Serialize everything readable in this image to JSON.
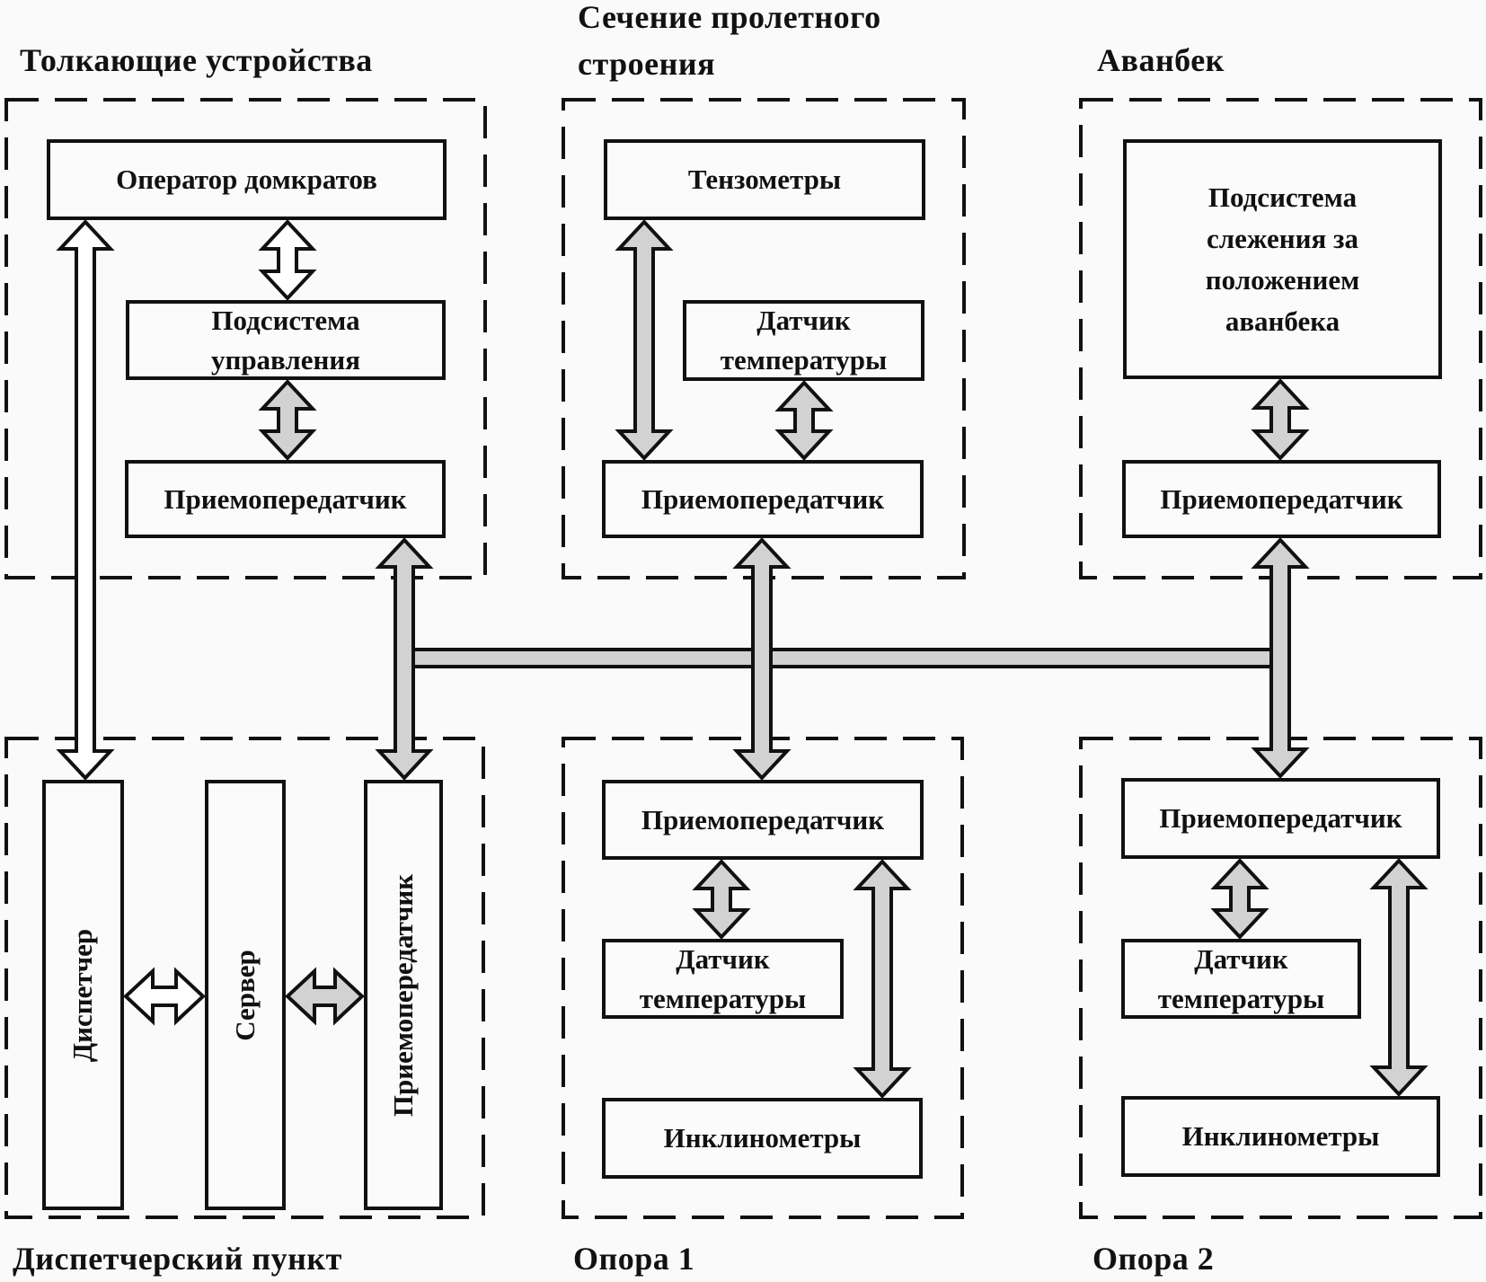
{
  "groups": {
    "pushing_devices": {
      "title": "Толкающие устройства",
      "boxes": {
        "operator": "Оператор домкратов",
        "control_subsystem": "Подсистема управления",
        "transceiver": "Приемопередатчик"
      }
    },
    "span_section": {
      "title_line1": "Сечение пролетного",
      "title_line2": "строения",
      "boxes": {
        "tensometers": "Тензометры",
        "temp_sensor": "Датчик температуры",
        "transceiver": "Приемопередатчик"
      }
    },
    "launching_nose": {
      "title": "Аванбек",
      "boxes": {
        "tracking_subsystem": "Подсистема слежения за положением аванбека",
        "transceiver": "Приемопередатчик"
      }
    },
    "dispatch_point": {
      "title": "Диспетчерский пункт",
      "boxes": {
        "dispatcher": "Диспетчер",
        "server": "Сервер",
        "transceiver": "Приемопередатчик"
      }
    },
    "support_1": {
      "title": "Опора 1",
      "boxes": {
        "transceiver": "Приемопередатчик",
        "temp_sensor": "Датчик температуры",
        "inclinometers": "Инклинометры"
      }
    },
    "support_2": {
      "title": "Опора 2",
      "boxes": {
        "transceiver": "Приемопередатчик",
        "temp_sensor": "Датчик температуры",
        "inclinometers": "Инклинометры"
      }
    }
  },
  "colors": {
    "line": "#111111",
    "arrow_gray": "#d2d2d2",
    "arrow_white": "#ffffff",
    "background": "#fafafa"
  }
}
